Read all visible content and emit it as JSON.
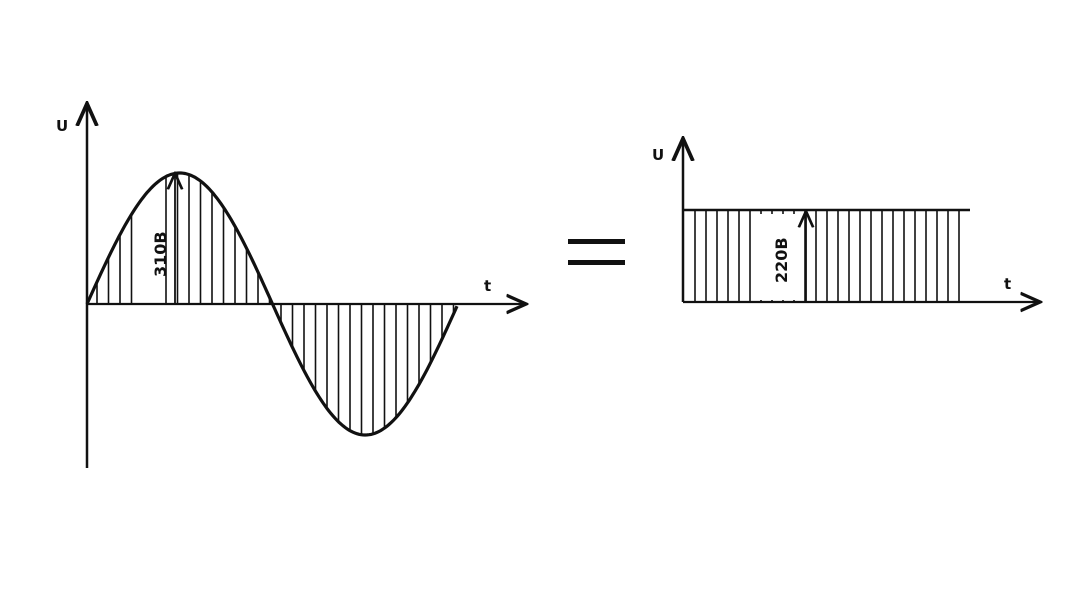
{
  "left_graph": {
    "y_axis_label": "U",
    "x_axis_label": "t",
    "amplitude_label": "310В",
    "waveform": "sine",
    "peak_voltage": 310
  },
  "equals_sign": "=",
  "right_graph": {
    "y_axis_label": "U",
    "x_axis_label": "t",
    "level_label": "220В",
    "waveform": "constant",
    "voltage": 220
  },
  "colors": {
    "ink": "#111111",
    "background": "#ffffff"
  }
}
